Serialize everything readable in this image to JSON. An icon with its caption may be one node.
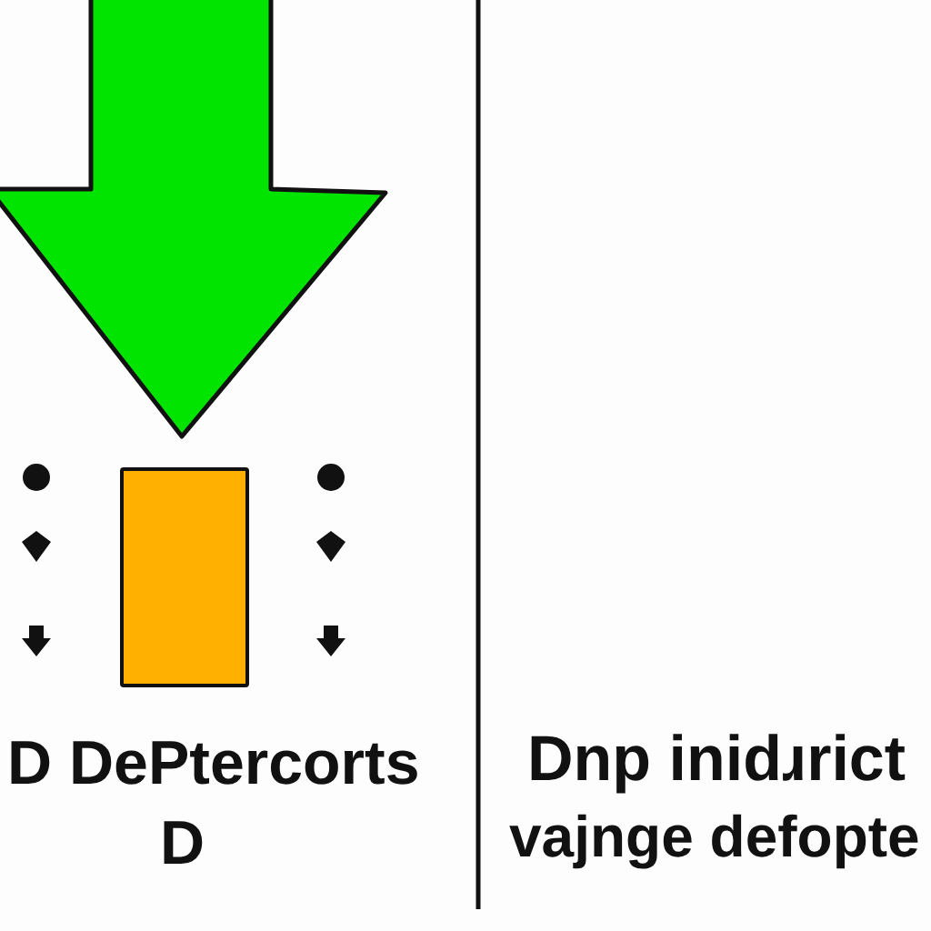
{
  "diagram": {
    "nodes": [
      {
        "text": [],
        "shape": "box"
      }
    ],
    "labels": [
      "D DePtercorts",
      "D",
      "Dnp inidɹrict",
      "vajnge defopte"
    ]
  }
}
